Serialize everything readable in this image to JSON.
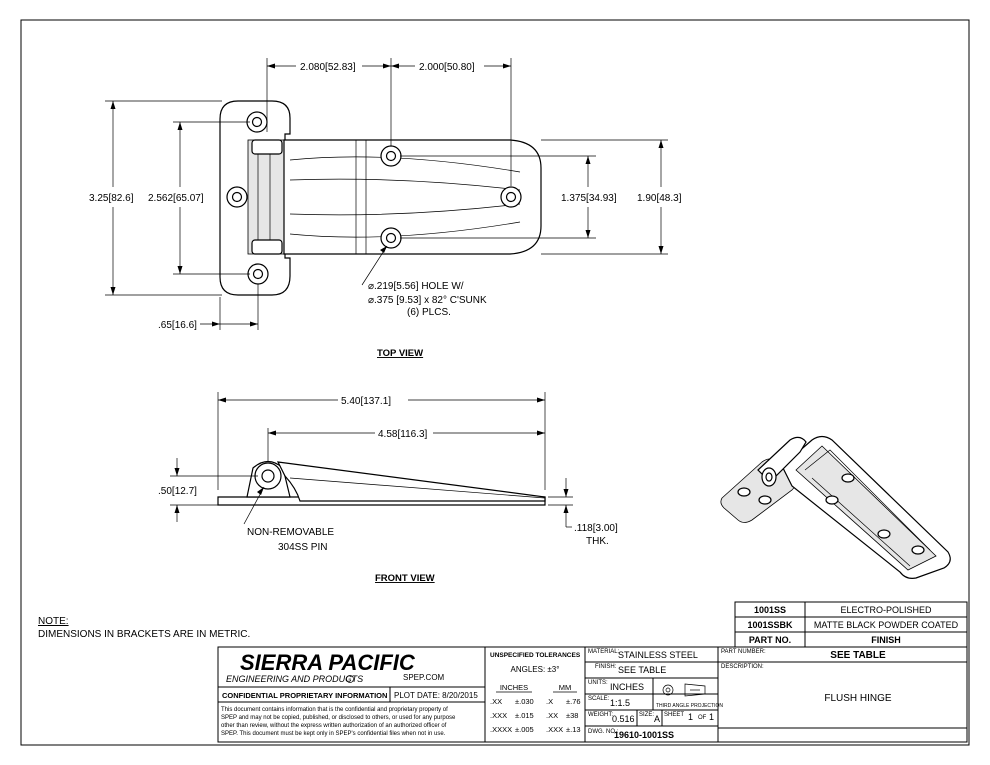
{
  "top_view": {
    "title": "TOP VIEW",
    "dim_left_x": "2.080",
    "dim_left_x_mm": "52.83",
    "dim_right_x": "2.000",
    "dim_right_x_mm": "50.80",
    "dim_height_outer": "3.25",
    "dim_height_outer_mm": "82.6",
    "dim_height_inner": "2.562",
    "dim_height_inner_mm": "65.07",
    "dim_leaf_hole_spacing": "1.375",
    "dim_leaf_hole_spacing_mm": "34.93",
    "dim_leaf_width": "1.90",
    "dim_leaf_width_mm": "48.3",
    "dim_offset": ".65",
    "dim_offset_mm": "16.6",
    "hole_note_1a": ".219",
    "hole_note_1a_mm": "5.56",
    "hole_note_1b": "HOLE W/",
    "hole_note_2a": ".375",
    "hole_note_2b": "[9.53] x 82° C'SUNK",
    "hole_note_3": "(6) PLCS."
  },
  "front_view": {
    "title": "FRONT VIEW",
    "dim_overall": "5.40",
    "dim_overall_mm": "137.1",
    "dim_leaf": "4.58",
    "dim_leaf_mm": "116.3",
    "dim_pin_height": ".50",
    "dim_pin_height_mm": "12.7",
    "dim_thk": ".118",
    "dim_thk_mm": "3.00",
    "thk_label": "THK.",
    "pin_note_1": "NON-REMOVABLE",
    "pin_note_2": "304SS PIN"
  },
  "note": {
    "heading": "NOTE:",
    "text": "DIMENSIONS IN BRACKETS ARE IN METRIC."
  },
  "finish_table": {
    "rows": [
      {
        "part": "1001SS",
        "finish": "ELECTRO-POLISHED"
      },
      {
        "part": "1001SSBK",
        "finish": "MATTE BLACK POWDER COATED"
      }
    ],
    "header_part": "PART NO.",
    "header_finish": "FINISH"
  },
  "title_block": {
    "company": "SIERRA PACIFIC",
    "company_sub": "ENGINEERING AND PRODUCTS",
    "registered_mark": "R",
    "website": "SPEP.COM",
    "confidential_heading": "CONFIDENTIAL PROPRIETARY INFORMATION",
    "plot_date_label": "PLOT DATE:",
    "plot_date": "8/20/2015",
    "confidential_text": [
      "This document contains information that is the confidential and proprietary property of",
      "SPEP and may not be copied, published, or disclosed to others, or used for any purpose",
      "other than review, without the express written authorization of an authorized officer of",
      "SPEP. This document must be kept only in SPEP's confidential files when not in use."
    ],
    "tolerances_heading": "UNSPECIFIED TOLERANCES",
    "angles": "ANGLES: ±3°",
    "inches_label": "INCHES",
    "mm_label": "MM",
    "tol_rows": [
      {
        "in_fmt": ".XX",
        "in_tol": "±.030",
        "mm_fmt": ".X",
        "mm_tol": "±.76"
      },
      {
        "in_fmt": ".XXX",
        "in_tol": "±.015",
        "mm_fmt": ".XX",
        "mm_tol": "±38"
      },
      {
        "in_fmt": ".XXXX",
        "in_tol": "±.005",
        "mm_fmt": ".XXX",
        "mm_tol": "±.13"
      }
    ],
    "material_label": "MATERIAL:",
    "material": "STAINLESS STEEL",
    "finish_label": "FINISH:",
    "finish": "SEE TABLE",
    "units_label": "UNITS:",
    "units": "INCHES",
    "scale_label": "SCALE:",
    "scale": "1:1.5",
    "projection_label": "THIRD ANGLE PROJECTION",
    "weight_label": "WEIGHT:",
    "weight": "0.516",
    "size_label": "SIZE:",
    "size": "A",
    "sheet_label": "SHEET",
    "sheet": "1",
    "of_label": "OF",
    "sheet_total": "1",
    "dwg_label": "DWG. NO.:",
    "dwg_no": "19610-1001SS",
    "part_number_label": "PART NUMBER:",
    "part_number": "SEE TABLE",
    "description_label": "DESCRIPTION:",
    "description": "FLUSH HINGE"
  }
}
